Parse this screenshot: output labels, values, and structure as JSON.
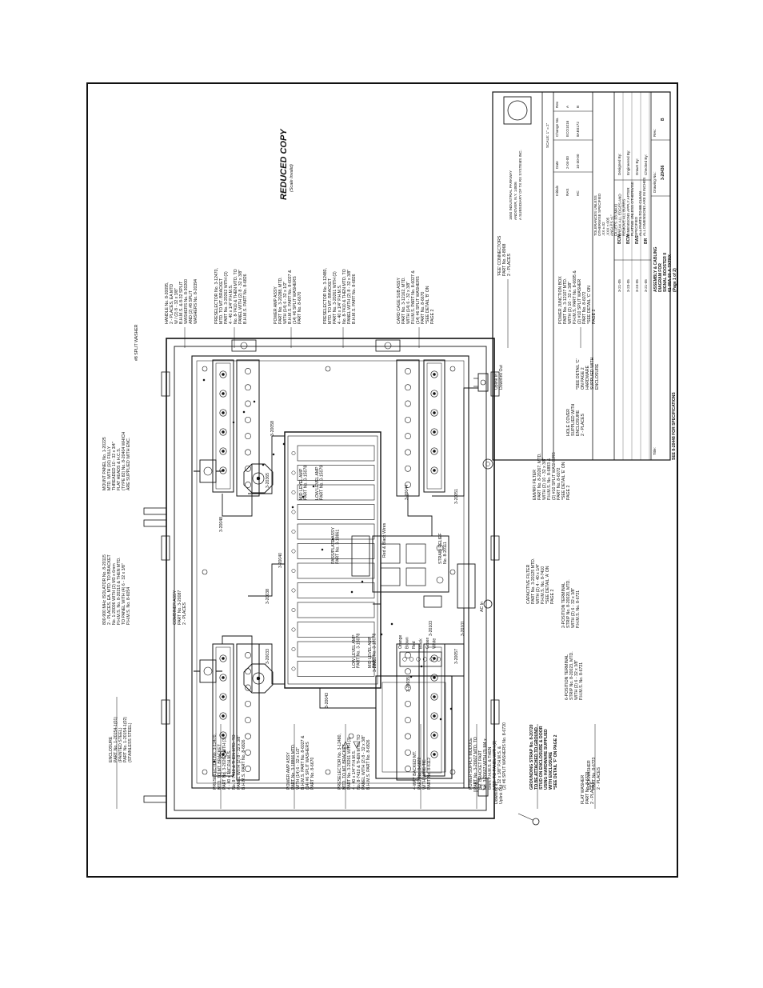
{
  "reduced_copy": {
    "title": "REDUCED COPY",
    "subtitle": "(Scale Invalid)"
  },
  "title_block": {
    "company_line1": "1650 INDUSTRIAL PARKWAY",
    "company_line2": "ANDOVER, N.Y. 14806",
    "company_line3": "A SUBSIDIARY OF TX RX SYSTEMS INC.",
    "scale": "SCALE: 1\" = 2\"",
    "rev_header": [
      "Rev",
      "Change No.",
      "Date",
      "Initials"
    ],
    "revisions": [
      [
        "A",
        "ECO1016",
        "2-04-00",
        "RAS"
      ],
      [
        "B",
        "8AE0172",
        "10-30-00",
        "HC"
      ]
    ],
    "tolerances": [
      "TOLERANCES UNLESS",
      "OTHERWISE SPECIFIED",
      ".XX ±.02",
      ".XXX ±.005",
      "ANGLES ±1°",
      "FILLETS .03 (MAX)",
      "BREAK ALL EDGES AND",
      "REMOVE ALL BURRS",
      "DIMENSIONS APPLY AFTER",
      "PLATING UNLESS OTHERWISE",
      "SPECIFIED",
      "ALL PARTS TO BE CLEAN",
      "ALL DIMENSIONS ARE IN INCHES"
    ],
    "roles": [
      {
        "role": "Designed By:",
        "name": "BCW",
        "date": "3-21-05"
      },
      {
        "role": "Engineered By:",
        "name": "BCW",
        "date": "3-23-05"
      },
      {
        "role": "Drawn By:",
        "name": "RAS",
        "date": "3-24-05"
      },
      {
        "role": "Checked By:",
        "name": "BR",
        "date": "3-21-05"
      }
    ],
    "title_label": "Title:",
    "title_lines": [
      "ASSEMBLY & CABLING",
      "DIAGRAM FOR",
      "SIGNAL BOOSTER II",
      "61-88A-50-A-TXTRX",
      "(Page 1 of 2)"
    ],
    "drawing_no_label": "Drawing No.:",
    "drawing_no": "3-20436",
    "rev_label": "Rev.:",
    "rev": "B",
    "spec_note": "SEE 8-20448 FOR SPECIFICATIONS"
  },
  "right_callouts": [
    [
      "HANDLE No. 8-20095,",
      "2 - PLACES, EA MTD",
      "W / (2) 8 - 32 x 3/8\"",
      "B.H.M.S. & 8-32 SPLIT",
      "WASHERS No. 8-30200",
      "AND (2) #8 SPLIT",
      "WASHERS No. 8-20394"
    ],
    [
      "PRESELECTOR No. 3-12470,",
      "MTD. TO MT. BRACKET",
      "PART No. 3-20262 WITH (3)",
      "4 - 40 x 1/4\" P.H.M.S.",
      "No. 8-7410 & THEN MTD. TO",
      "PANEL WITH (2) 8 - 32 x 3/8\"",
      "B.H.M.S. PART No. 8-6826"
    ],
    [
      "POWER AMP ASSY",
      "PART No. 3-20288, MTD.",
      "WITH (14) 6 - 32 x 1/2\"",
      "B.H.M.S. PART No. 8-6027 &",
      "(14) #6 SPLIT WASHERS",
      "PART No. 8-6670"
    ],
    [
      "PRESELECTOR No. 3-12480,",
      "MTD. TO MT. BRACKET",
      "PART No. 3-20261 WITH (3)",
      "4 - 40 x 1/4\" P.H.M.S.",
      "No. 8-7410 & THEN MTD. TO",
      "PANEL WITH (2) 8 - 32 x 3/8\"",
      "B.H.M.S. PART No. 8-6826"
    ],
    [
      "CARD CAGE SUB ASSY",
      "PART No. 3-12162, MTD.",
      "WITH (14) 6 - 32 x 3/8\"",
      "P.H.M.S. PART No. 8-6027 &",
      "(14) #6 SPLIT WASHERS",
      "PART No. 8-6670",
      "*SEE DETAIL 'B' ON",
      "PAGE 2"
    ],
    [
      "'FEE' CONNECTORS",
      "PART No. 8-8968",
      "2 - PLACES"
    ],
    [
      "POWER JUNCTION BOX",
      "PART No. 3-12107 MTD.",
      "WITH (2) 10 - 32 x 3/8\"",
      "P.H.M.S. PART No. 8-6695 &",
      "(2) #10 SPLIT WASHER",
      "PART No. 8-6072",
      "*SEE DETAIL 'C' ON",
      "PAGE 2"
    ]
  ],
  "left_callouts": [
    [
      "ENCLOSURE",
      "PART No. 1-20154-1(01)",
      "(PAINTED STEEL)",
      "PART No. 1-20154-1(02)",
      "(STAINLESS STEEL)"
    ],
    [
      "PRESELECTOR No. 3-12470,",
      "MTD. TO MT. BRACKET",
      "PART No. 3-20262 WITH (3)",
      "4 - 40 x 1/4\" P.H.M.S.",
      "No. 8-7410 & THEN MTD. TO",
      "PANEL WITH (2) 8 - 32 x 3/8\"",
      "B.H.M.S. PART No. 8-6826"
    ],
    [
      "POWER AMP ASSY",
      "PART No. 3-18866 MTD.",
      "WITH (14) 6 - 32 x 1/2\"",
      "B.H.M.S. PART No. 8-6027 &",
      "(14) #6 SPLIT WASHERS",
      "PART No. 8-6670"
    ],
    [
      "PRESELECTOR No. 3-12480,",
      "MTD. TO MT. BRACKET",
      "PART No. 3-20261 WITH (3)",
      "4 - 40 x 1/4\" P.H.M.S.",
      "No. 8-7410 & THEN MTD. TO",
      "PANEL WITH (2) 8 - 32 x 3/8\"",
      "B.H.M.S. PART No. 8-6826"
    ],
    [
      "4-WAY BACKED MT.",
      "PART No. 8-6822",
      "WITH WIRE TIE",
      "PART No. 8-6112"
    ],
    [
      "POWER SUPPLY MODULE",
      "PART No. 3-20607 MTD. TO",
      "BR. BRACKET PART",
      "No. 3-20607 WITH (3) M4 x",
      "6mm P.H.M.S. & THEN",
      "MTD. TO PANEL WITH (2)",
      "6 - 32 x 3/8\" P.H.M.S. &",
      "(2) #6 SPLIT WASHERS No. 8-6720"
    ],
    [
      "GROUNDING STRAP No. 8-20720",
      "TO BE ATTACHED TO GROUND",
      "STUD ON ENCLOSURE & DOOR",
      "USING HARDWARE SUPPLIED",
      "WITH ENCLOSURE",
      "*SEE DETAIL 'F' ON PAGE 2"
    ],
    [
      "LOCKWASHER",
      "PART No. 8-6723",
      "2 - PLACES"
    ]
  ],
  "top_callouts": [
    [
      "800-900 MHz ISOLATOR No. 8-20115",
      "2 - PLACES, EA. MTD. TO BRACKET",
      "No. 1-20006 WITH (2) M3 x 6mm",
      "P.H.M.S. No. 8-20210 & THEN MTD.",
      "TO PANEL WITH (4) 6 - 32 x 3/8\"",
      "P.H.M.S. No. 8-6054"
    ],
    [
      "COMBINER ASSY",
      "PART No. 3-20087",
      "2 - PLACES"
    ],
    [
      "MOUNT PANEL No. 1-20225",
      "MTD. WITH (10) FULLY",
      "THREADED 10 - 32 x 3/4\"",
      "FLAT HEADS & H.C.S.",
      "(TYPE 82) No. 8-20404 WHICH",
      "ARE SUPPLIED WITH ENC."
    ]
  ],
  "bottom_callouts": [
    [
      "FLAT WASHER",
      "PART No. 8-6723",
      "2 - PLACES"
    ],
    [
      "6-POSITION TERMINAL",
      "STRIP No. 8-20023, MTD.",
      "WITH (2) 6 - 32 x 3/8\"",
      "P.H.M.S. No. 8-6721"
    ],
    [
      "2-POSITION TERMINAL",
      "STRIP No. 8-20020, MTD.",
      "WITH (2) 6 - 32 x 3/8\"",
      "P.H.M.S. No. 8-6721"
    ],
    [
      "CAPACITIVE FILTER",
      "PART No. 3-20125 MTD.",
      "WITH (2) 4 - 40 x 1/4\"",
      "P.H.M.S. No. 8-7410",
      "*SEE DETAIL 'A' ON",
      "PAGE 2"
    ],
    [
      "EMI/RFI FILTER",
      "PART No. 8-20267, MTD.",
      "WITH (2) 10 - 32 x 3/8\"",
      "P.H.M.S. No. 8-6893 &",
      "(2) #10 SPLIT WASHERS",
      "PART No. 8-6072",
      "*SEE DETAIL 'E' ON",
      "PAGE 2"
    ],
    [
      "HOLE COVER",
      "SUPPLIED WITH",
      "ENCLOSURE",
      "2 - PLACES"
    ],
    [
      "*SEE DETAIL 'C'",
      "ON PAGE 2",
      "HARDWARE",
      "SUPPLIED WITH",
      "ENCLOSURE"
    ]
  ],
  "inline_labels": {
    "split_washer": "#8 SPLIT WASHER",
    "strain_relief": [
      "STRAIN RELIEF",
      "No. 8-20111"
    ],
    "downlink_in_left": [
      "Downlink In",
      "Uplink Out"
    ],
    "uplink_in_right": [
      "Uplink In",
      "Downlink Out"
    ],
    "ac_in": "AC In",
    "red_black_wires": "Red & Black Wires"
  },
  "card_labels": [
    [
      "MID LEVEL AMP",
      "PART No. 3-15078"
    ],
    [
      "LOW LEVEL AMP",
      "PART No. 3-15079"
    ],
    [
      "PASS/PLATE ASSY",
      "PART No. 3-18861"
    ],
    [
      "LOW LEVEL AMP",
      "PART No. 3-15078"
    ],
    [
      "MID LEVEL AMP",
      "PART No. 3-18078"
    ]
  ],
  "cable_labels": [
    "3-20365",
    "3-20058",
    "3-20033",
    "3-20048",
    "3-20038",
    "3-20044",
    "3-20051",
    "3-20057",
    "3-20086",
    "3-20103",
    "3-20101",
    "3-20043",
    "3-20040",
    "3-20035"
  ],
  "terminal_labels": [
    "Orange",
    "Brown",
    "Red",
    "Black",
    "Green",
    "White"
  ],
  "chart_data": {
    "type": "diagram",
    "title": "ASSEMBLY & CABLING DIAGRAM FOR SIGNAL BOOSTER II",
    "drawing_no": "3-20436",
    "rev": "B"
  }
}
